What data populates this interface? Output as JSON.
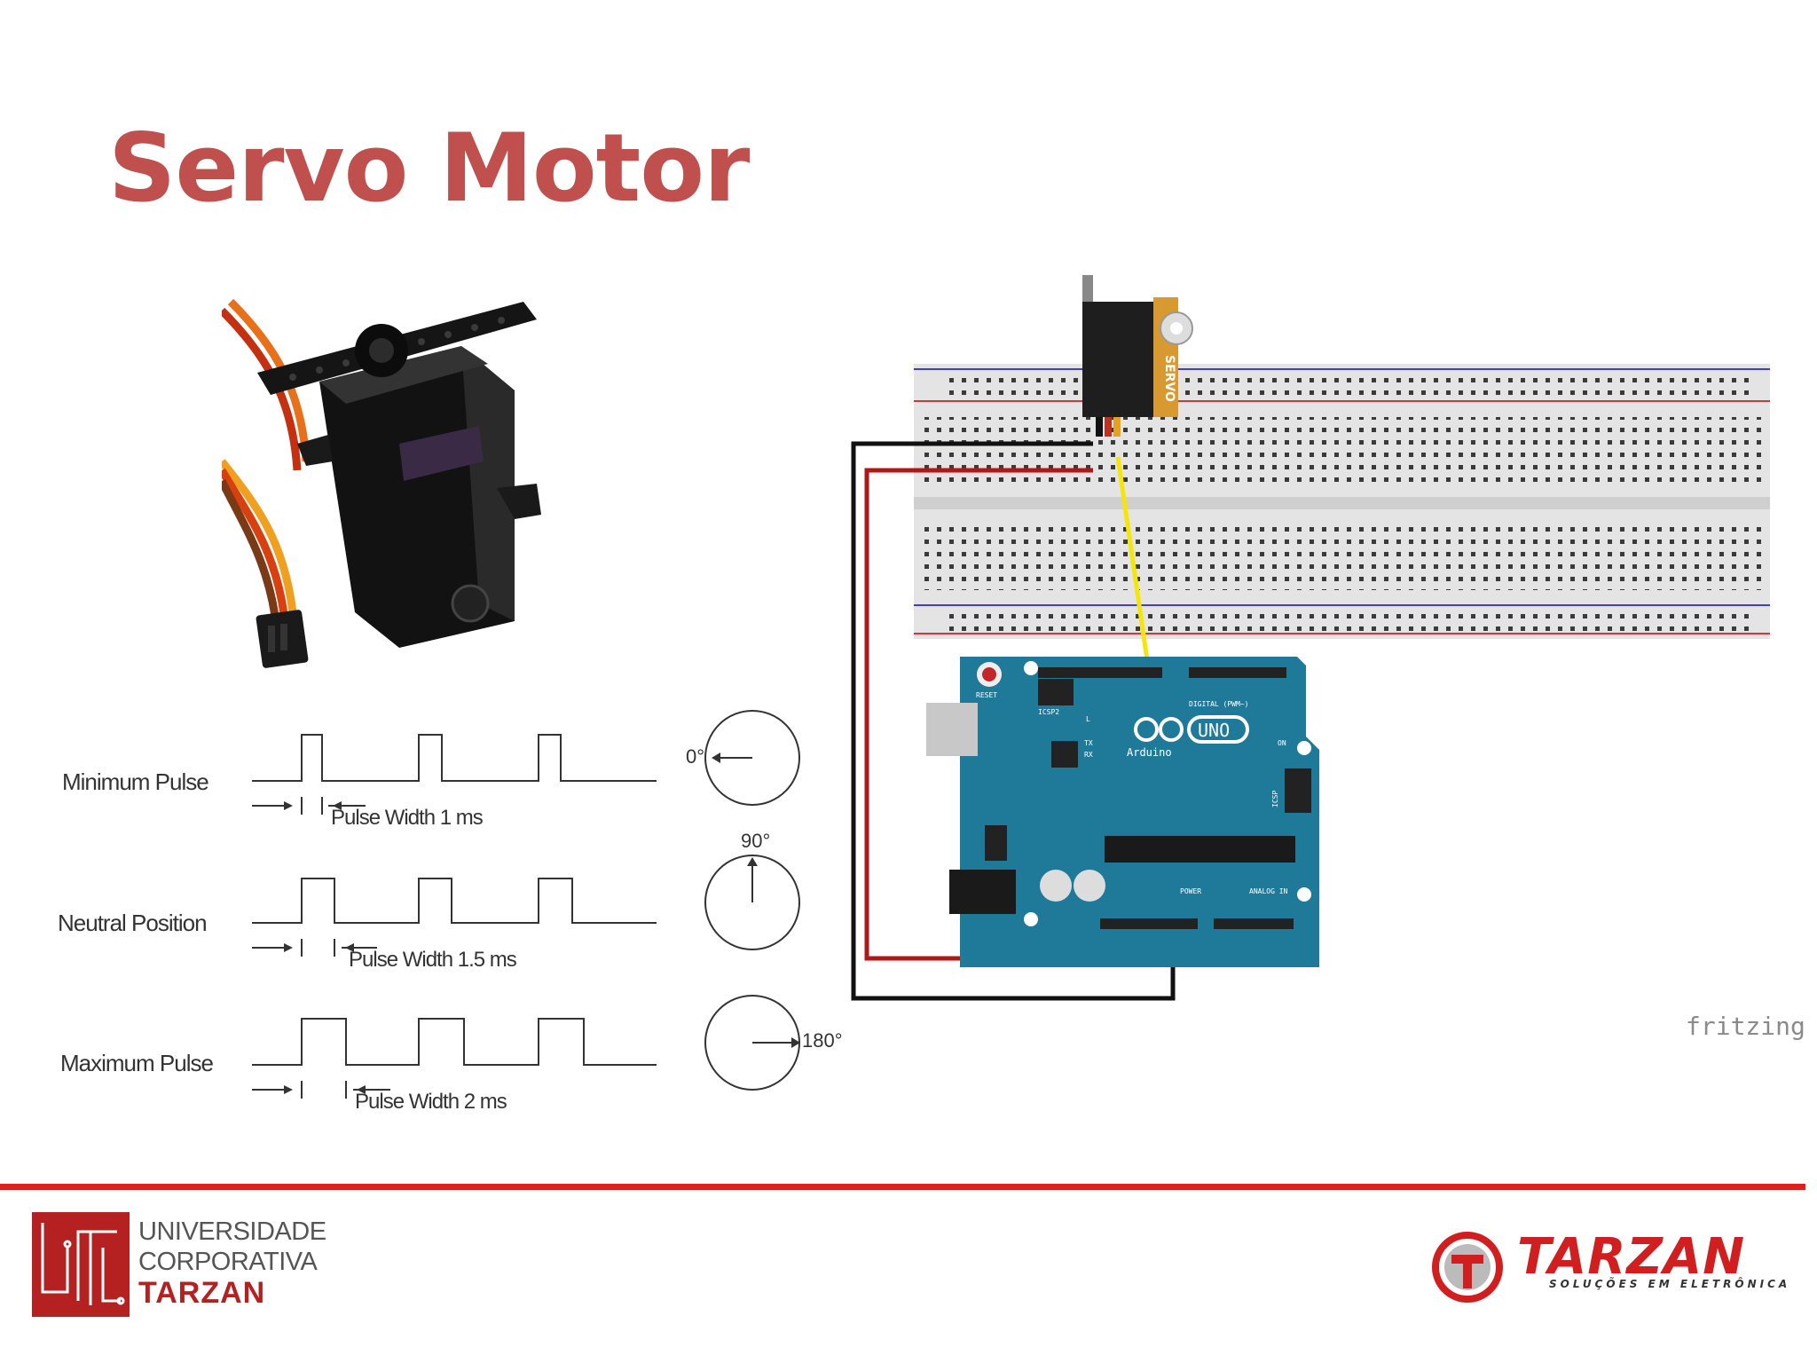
{
  "slide": {
    "title": "Servo Motor"
  },
  "pulse_diagram": {
    "rows": [
      {
        "label": "Minimum Pulse",
        "width_label": "Pulse Width 1 ms",
        "angle_label": "0°"
      },
      {
        "label": "Neutral Position",
        "width_label": "Pulse Width 1.5 ms",
        "angle_label": "90°"
      },
      {
        "label": "Maximum Pulse",
        "width_label": "Pulse Width 2 ms",
        "angle_label": "180°"
      }
    ]
  },
  "circuit": {
    "servo_label": "SERVO",
    "board_logo": "UNO",
    "board_brand": "Arduino",
    "reset_label": "RESET",
    "icsp2_label": "ICSP2",
    "icsp_label": "ICSP",
    "digital_label": "DIGITAL (PWM~)",
    "power_label": "POWER",
    "analog_label": "ANALOG IN",
    "on_label": "ON",
    "tx_label": "TX",
    "rx_label": "RX",
    "l_label": "L",
    "credit": "fritzing"
  },
  "footer": {
    "univ_line1": "UNIVERSIDADE",
    "univ_line2": "CORPORATIVA",
    "univ_line3": "TARZAN",
    "company_name": "TARZAN",
    "company_tagline": "SOLUÇÕES EM ELETRÔNICA"
  },
  "colors": {
    "title": "#c0504d",
    "accent_red": "#e02020",
    "wire_black": "#111111",
    "wire_red": "#b01818",
    "wire_yellow": "#f5e60a",
    "board_blue": "#1f7a9a"
  }
}
